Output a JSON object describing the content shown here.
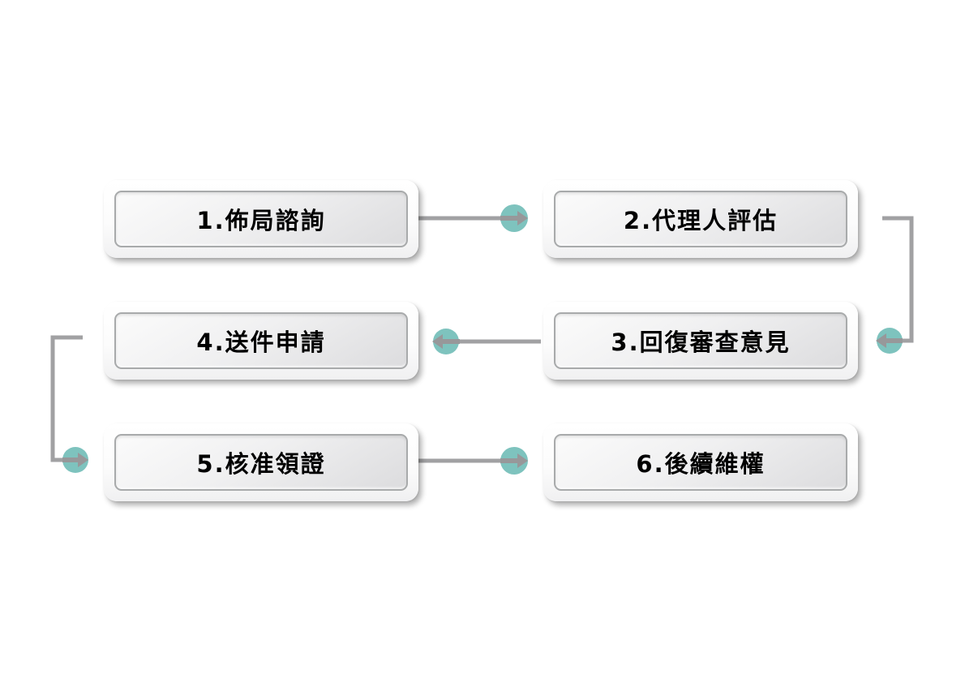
{
  "diagram": {
    "steps": [
      {
        "label": "1.佈局諮詢"
      },
      {
        "label": "2.代理人評估"
      },
      {
        "label": "3.回復審查意見"
      },
      {
        "label": "4.送件申請"
      },
      {
        "label": "5.核准領證"
      },
      {
        "label": "6.後續維權"
      }
    ]
  },
  "colors": {
    "accent-teal": "#7ec3be",
    "connector-gray": "#a1a1a3",
    "arrow-gray": "#97989a",
    "text-black": "#000000",
    "panel-border": "#a8aaab"
  }
}
